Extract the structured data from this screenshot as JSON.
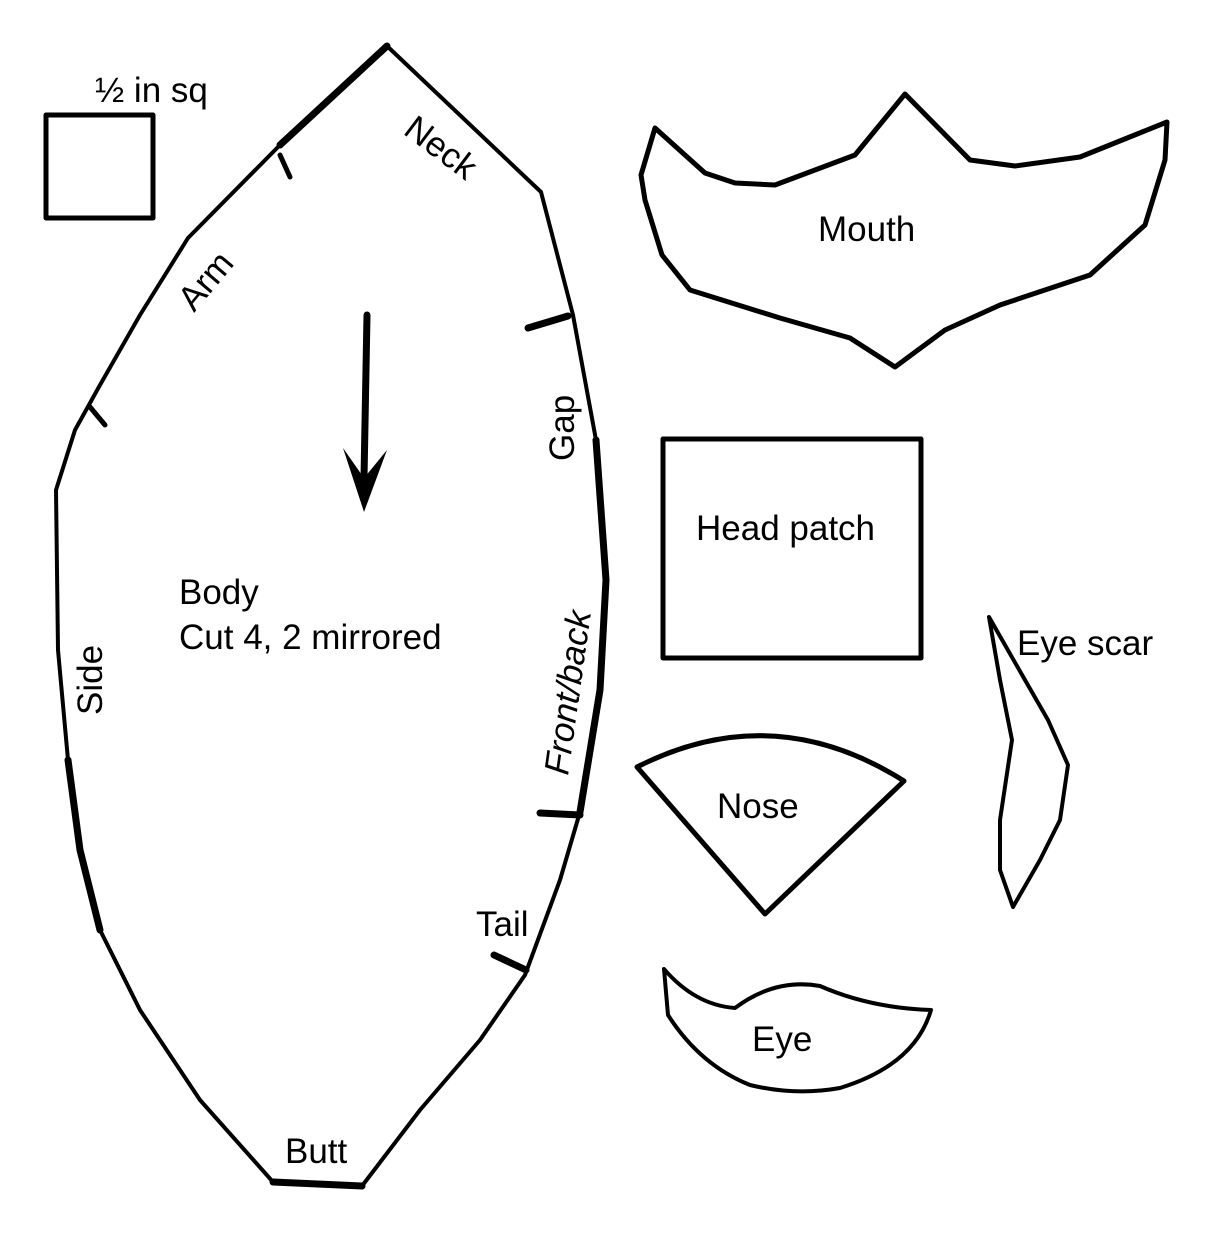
{
  "scale_label": "½ in sq",
  "body": {
    "title": "Body",
    "instructions": "Cut 4, 2 mirrored",
    "edges": {
      "neck": "Neck",
      "arm": "Arm",
      "side": "Side",
      "gap": "Gap",
      "front_back": "Front/back",
      "tail": "Tail",
      "butt": "Butt"
    }
  },
  "pieces": {
    "mouth": "Mouth",
    "head_patch": "Head patch",
    "nose": "Nose",
    "eye_scar": "Eye scar",
    "eye": "Eye"
  },
  "colors": {
    "line": "#000000",
    "background": "#ffffff"
  }
}
